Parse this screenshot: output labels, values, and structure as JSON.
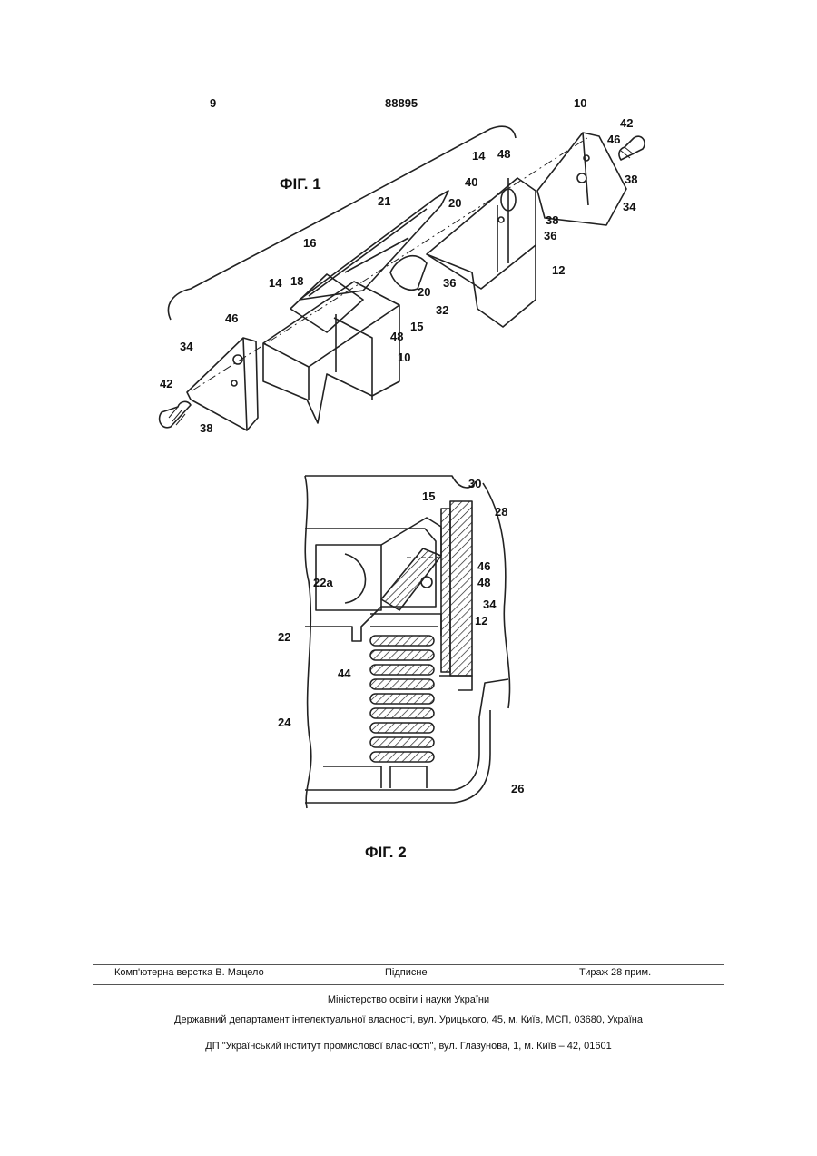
{
  "header": {
    "left_page": "9",
    "patent_number": "88895",
    "right_page": "10"
  },
  "figure1": {
    "caption": "ФІГ. 1",
    "labels": [
      "42",
      "46",
      "14",
      "48",
      "40",
      "38",
      "34",
      "38",
      "36",
      "21",
      "20",
      "12",
      "16",
      "36",
      "18",
      "20",
      "14",
      "32",
      "15",
      "46",
      "48",
      "10",
      "34",
      "42",
      "38"
    ]
  },
  "figure2": {
    "caption": "ФІГ. 2",
    "labels": [
      "30",
      "15",
      "28",
      "46",
      "48",
      "22a",
      "34",
      "12",
      "22",
      "44",
      "24",
      "26"
    ]
  },
  "footer": {
    "typesetting": "Комп'ютерна верстка В. Мацело",
    "signed": "Підписне",
    "circulation": "Тираж 28 прим.",
    "ministry": "Міністерство освіти і науки України",
    "department": "Державний департамент інтелектуальної власності, вул. Урицького, 45, м. Київ, МСП, 03680, Україна",
    "institute": "ДП \"Український інститут промислової власності\", вул. Глазунова, 1, м. Київ – 42, 01601"
  }
}
